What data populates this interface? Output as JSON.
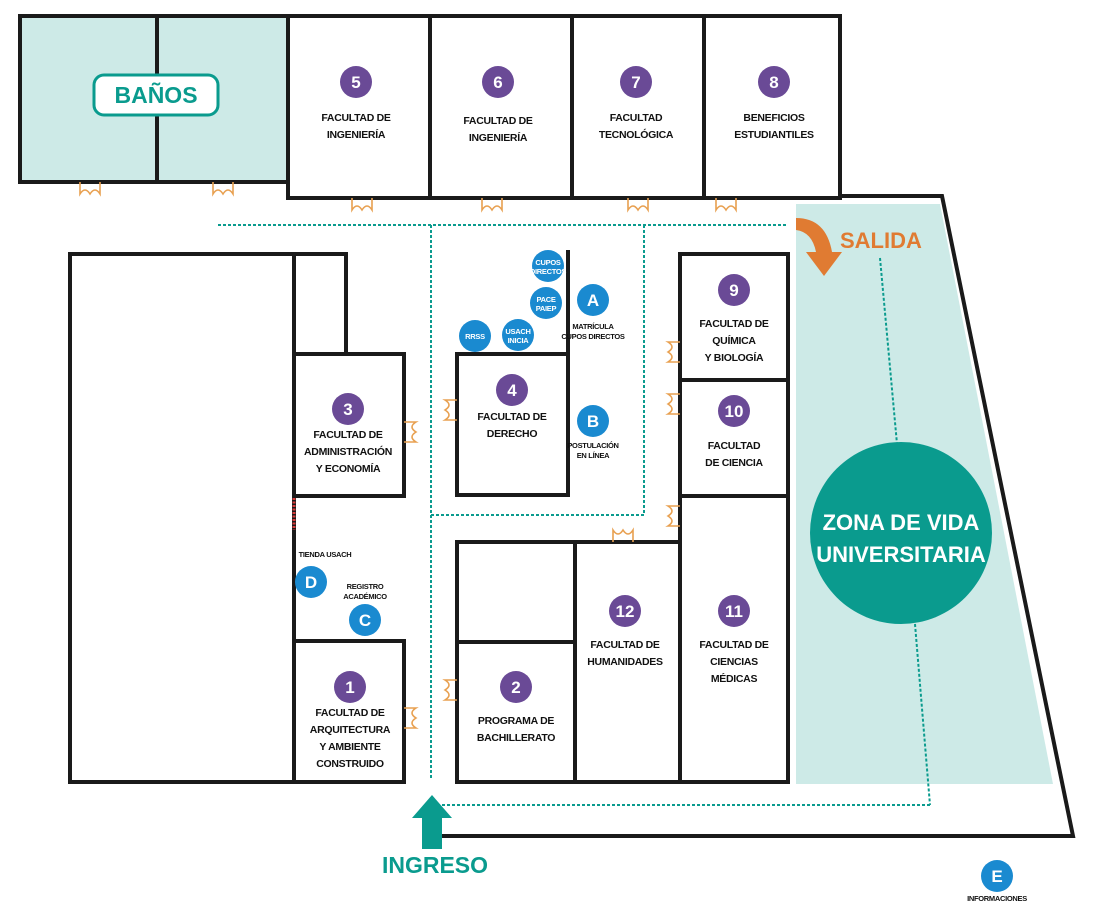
{
  "colors": {
    "wall": "#1a1a1a",
    "bath_fill": "#cdeae7",
    "zone_fill": "#cdeae7",
    "teal": "#0a9b8e",
    "purple": "#6a4a96",
    "blue": "#1a8ad0",
    "orange": "#e07b32",
    "door": "#e8a050",
    "red_dash": "#d83a3a"
  },
  "labels": {
    "banos": "BAÑOS",
    "salida": "SALIDA",
    "ingreso": "INGRESO",
    "zone": [
      "ZONA DE VIDA",
      "UNIVERSITARIA"
    ]
  },
  "faculties": [
    {
      "number": "1",
      "lines": [
        "FACULTAD DE",
        "ARQUITECTURA",
        "Y AMBIENTE",
        "CONSTRUIDO"
      ]
    },
    {
      "number": "2",
      "lines": [
        "PROGRAMA DE",
        "BACHILLERATO"
      ]
    },
    {
      "number": "3",
      "lines": [
        "FACULTAD DE",
        "ADMINISTRACIÓN",
        "Y ECONOMÍA"
      ]
    },
    {
      "number": "4",
      "lines": [
        "FACULTAD DE",
        "DERECHO"
      ]
    },
    {
      "number": "5",
      "lines": [
        "FACULTAD DE",
        "INGENIERÍA"
      ]
    },
    {
      "number": "6",
      "lines": [
        "FACULTAD DE",
        "INGENIERÍA"
      ]
    },
    {
      "number": "7",
      "lines": [
        "FACULTAD",
        "TECNOLÓGICA"
      ]
    },
    {
      "number": "8",
      "lines": [
        "BENEFICIOS",
        "ESTUDIANTILES"
      ]
    },
    {
      "number": "9",
      "lines": [
        "FACULTAD DE",
        "QUÍMICA",
        "Y BIOLOGÍA"
      ]
    },
    {
      "number": "10",
      "lines": [
        "FACULTAD",
        "DE CIENCIA"
      ]
    },
    {
      "number": "11",
      "lines": [
        "FACULTAD DE",
        "CIENCIAS",
        "MÉDICAS"
      ]
    },
    {
      "number": "12",
      "lines": [
        "FACULTAD DE",
        "HUMANIDADES"
      ]
    }
  ],
  "services": [
    {
      "letter": "A",
      "lines": [
        "MATRÍCULA",
        "CUPOS DIRECTOS"
      ]
    },
    {
      "letter": "B",
      "lines": [
        "POSTULACIÓN",
        "EN LÍNEA"
      ]
    },
    {
      "letter": "C",
      "lines": [
        "REGISTRO",
        "ACADÉMICO"
      ]
    },
    {
      "letter": "D",
      "lines": [
        "TIENDA USACH"
      ]
    },
    {
      "letter": "E",
      "lines": [
        "INFORMACIONES"
      ]
    }
  ],
  "bubbles": [
    {
      "lines": [
        "CUPOS",
        "DIRECTOS"
      ]
    },
    {
      "lines": [
        "PACE",
        "PAIEP"
      ]
    },
    {
      "lines": [
        "USACH",
        "INICIA"
      ]
    },
    {
      "lines": [
        "RRSS"
      ]
    }
  ]
}
